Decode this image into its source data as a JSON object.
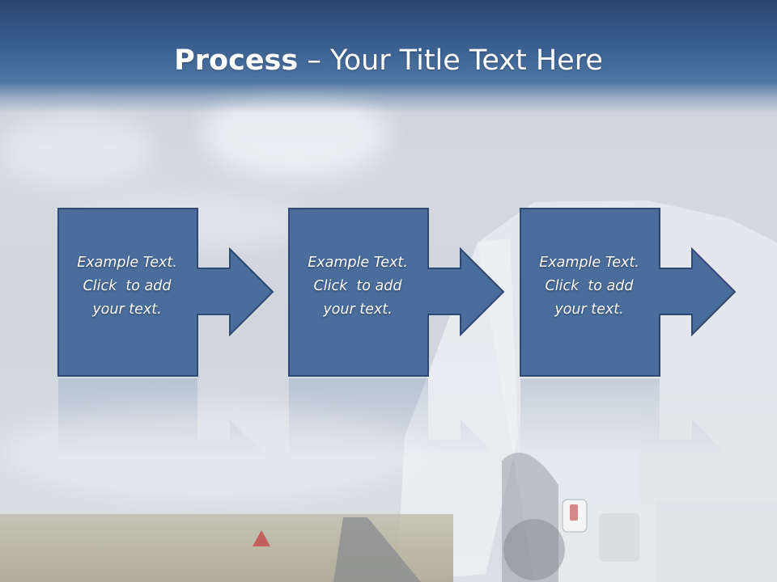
{
  "slide": {
    "title_bold": "Process",
    "title_rest": " – Your Title Text Here"
  },
  "steps": [
    {
      "line1": "Example Text.",
      "line2": "Click  to add",
      "line3": "your text."
    },
    {
      "line1": "Example Text.",
      "line2": "Click  to add",
      "line3": "your text."
    },
    {
      "line1": "Example Text.",
      "line2": "Click  to add",
      "line3": "your text."
    }
  ],
  "colors": {
    "header": "#3a5f8f",
    "step_fill": "#4a6d9c",
    "step_border": "#2e4a73",
    "text": "#ffffff"
  }
}
